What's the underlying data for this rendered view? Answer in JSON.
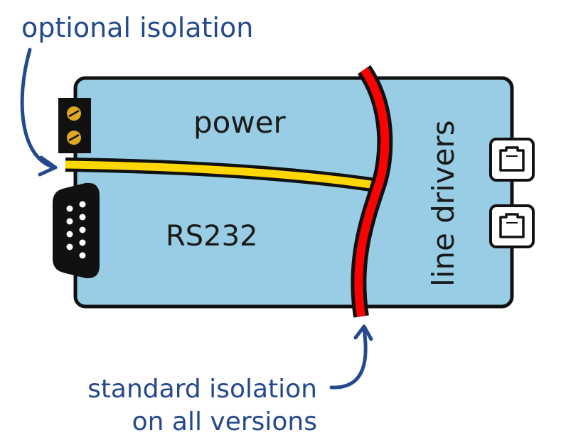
{
  "annotations": {
    "optional_isolation": "optional isolation",
    "standard_isolation_line1": "standard isolation",
    "standard_isolation_line2": "on all versions"
  },
  "sections": {
    "power": "power",
    "rs232": "RS232",
    "line_drivers": "line drivers"
  },
  "connectors": {
    "terminal_block": {
      "screws": 2,
      "icon": "screw-terminal-icon"
    },
    "db9": {
      "pins": 9,
      "icon": "db9-connector-icon"
    },
    "rj_jacks": {
      "count": 2,
      "icon": "rj-jack-icon"
    }
  },
  "colors": {
    "board_fill": "#99cde5",
    "outline": "#111111",
    "annotation_text": "#24498c",
    "isolation_standard": "#ff0000",
    "isolation_optional": "#ffd700",
    "terminal_screw": "#e0a820"
  }
}
